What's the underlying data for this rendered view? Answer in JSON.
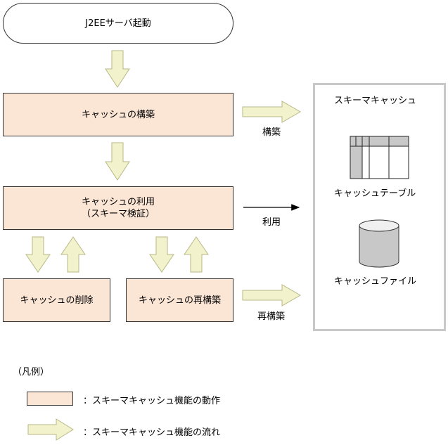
{
  "nodes": {
    "start": "J2EEサーバ起動",
    "build": "キャッシュの構築",
    "use_line1": "キャッシュの利用",
    "use_line2": "（スキーマ検証）",
    "delete": "キャッシュの削除",
    "rebuild": "キャッシュの再構築"
  },
  "arrow_labels": {
    "build": "構築",
    "use": "利用",
    "rebuild": "再構築"
  },
  "panel": {
    "title": "スキーマキャッシュ",
    "table_label": "キャッシュテーブル",
    "file_label": "キャッシュファイル"
  },
  "legend": {
    "heading": "（凡例）",
    "box_desc": "：スキーマキャッシュ機能の動作",
    "arrow_desc": "：スキーマキャッシュ機能の流れ"
  },
  "colors": {
    "operation_fill": "#fbe5d5",
    "flow_arrow_fill": "#f2f2cc",
    "flow_arrow_stroke": "#b8b888",
    "panel_border": "#c8c8c8",
    "icon_gray": "#c8c8c8"
  }
}
